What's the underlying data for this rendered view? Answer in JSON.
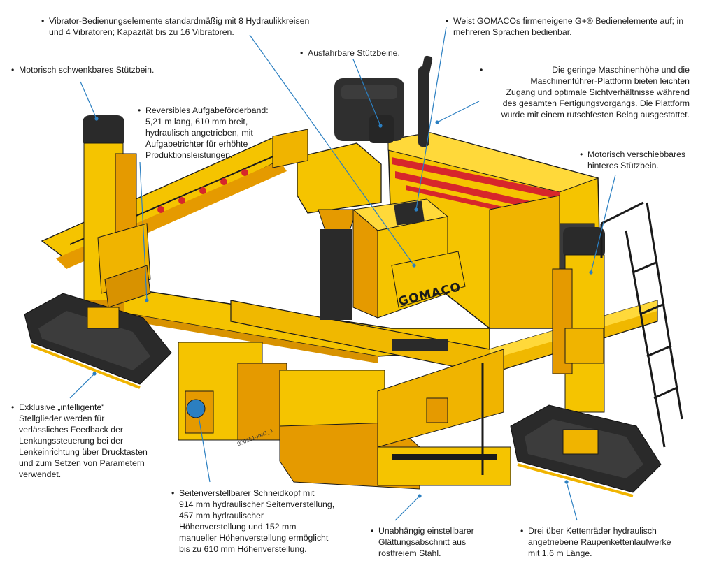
{
  "figure": {
    "serial": "900151-xxx1_1",
    "machine_logo": "GOMACO",
    "colors": {
      "machine_yellow": "#f5c400",
      "machine_orange": "#e59a00",
      "shadow": "#c98400",
      "track": "#2a2a2a",
      "stripe_red": "#d7262b",
      "leader_blue": "#2b7fc1"
    }
  },
  "callouts": [
    {
      "id": "vibrator",
      "lines": [
        "Vibrator-Bedienungselemente standardmäßig mit 8 Hydraulikkreisen",
        "und 4 Vibratoren; Kapazität bis zu 16 Vibratoren."
      ]
    },
    {
      "id": "gplus",
      "lines": [
        "Weist GOMACOs firmeneigene G+® Bedienelemente auf; in",
        "mehreren Sprachen bedienbar."
      ]
    },
    {
      "id": "stuetzbeine",
      "lines": [
        "Ausfahrbare Stützbeine."
      ]
    },
    {
      "id": "schwenkbar",
      "lines": [
        "Motorisch schwenkbares Stützbein."
      ]
    },
    {
      "id": "plattform",
      "lines": [
        "Die geringe Maschinenhöhe und die",
        "Maschinenführer-Plattform bieten leichten",
        "Zugang und optimale Sichtverhältnisse während",
        "des gesamten Fertigungsvorgangs. Die Plattform",
        "wurde mit einem rutschfesten Belag ausgestattet."
      ]
    },
    {
      "id": "foerderband",
      "lines": [
        "Reversibles Aufgabeförderband:",
        "5,21 m lang, 610 mm breit,",
        "hydraulisch angetrieben, mit",
        "Aufgabetrichter für erhöhte",
        "Produktionsleistungen."
      ]
    },
    {
      "id": "hinteres",
      "lines": [
        "Motorisch verschiebbares",
        "hinteres Stützbein."
      ]
    },
    {
      "id": "stellglieder",
      "lines": [
        "Exklusive „intelligente“",
        "Stellglieder werden für",
        "verlässliches Feedback der",
        "Lenkungssteuerung bei der",
        "Lenkeinrichtung über Drucktasten",
        "und zum Setzen von Parametern",
        "verwendet."
      ]
    },
    {
      "id": "schneidkopf",
      "lines": [
        "Seitenverstellbarer Schneidkopf mit",
        "914 mm hydraulischer Seitenverstellung,",
        "457 mm hydraulischer",
        "Höhenverstellung und 152 mm",
        "manueller Höhenverstellung ermöglicht",
        "bis zu 610 mm Höhenverstellung."
      ]
    },
    {
      "id": "glaettung",
      "lines": [
        "Unabhängig einstellbarer",
        "Glättungsabschnitt aus",
        "rostfreiem Stahl."
      ]
    },
    {
      "id": "raupen",
      "lines": [
        "Drei über Kettenräder hydraulisch",
        "angetriebene Raupenkettenlaufwerke",
        "mit 1,6 m Länge."
      ]
    }
  ]
}
